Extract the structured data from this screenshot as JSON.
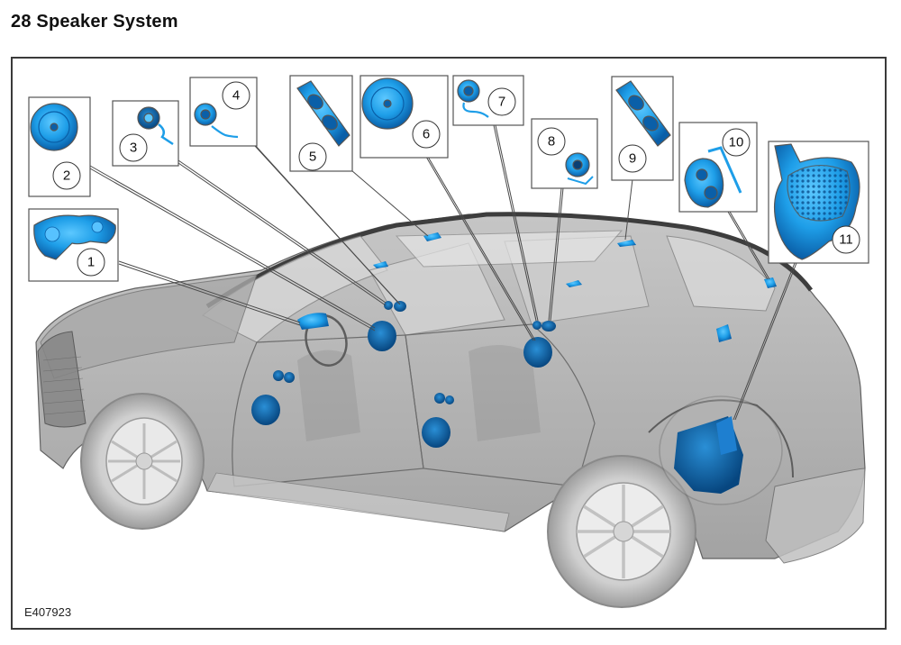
{
  "title": "28 Speaker System",
  "figure_reference": "E407923",
  "colors": {
    "speaker_blue": "#1e9ee8",
    "speaker_dark": "#0a5fa8",
    "frame": "#3a3a3a",
    "car_body": "#9a9a9a"
  },
  "callouts": [
    {
      "number": "1",
      "component": "instrument-panel-speaker-assembly"
    },
    {
      "number": "2",
      "component": "front-door-woofer"
    },
    {
      "number": "3",
      "component": "front-door-tweeter"
    },
    {
      "number": "4",
      "component": "front-door-midrange-tweeter"
    },
    {
      "number": "5",
      "component": "headliner-speaker-front"
    },
    {
      "number": "6",
      "component": "rear-door-woofer"
    },
    {
      "number": "7",
      "component": "rear-door-tweeter"
    },
    {
      "number": "8",
      "component": "rear-door-midrange-tweeter"
    },
    {
      "number": "9",
      "component": "headliner-speaker-rear"
    },
    {
      "number": "10",
      "component": "rear-pillar-speaker"
    },
    {
      "number": "11",
      "component": "subwoofer-enclosure"
    }
  ]
}
